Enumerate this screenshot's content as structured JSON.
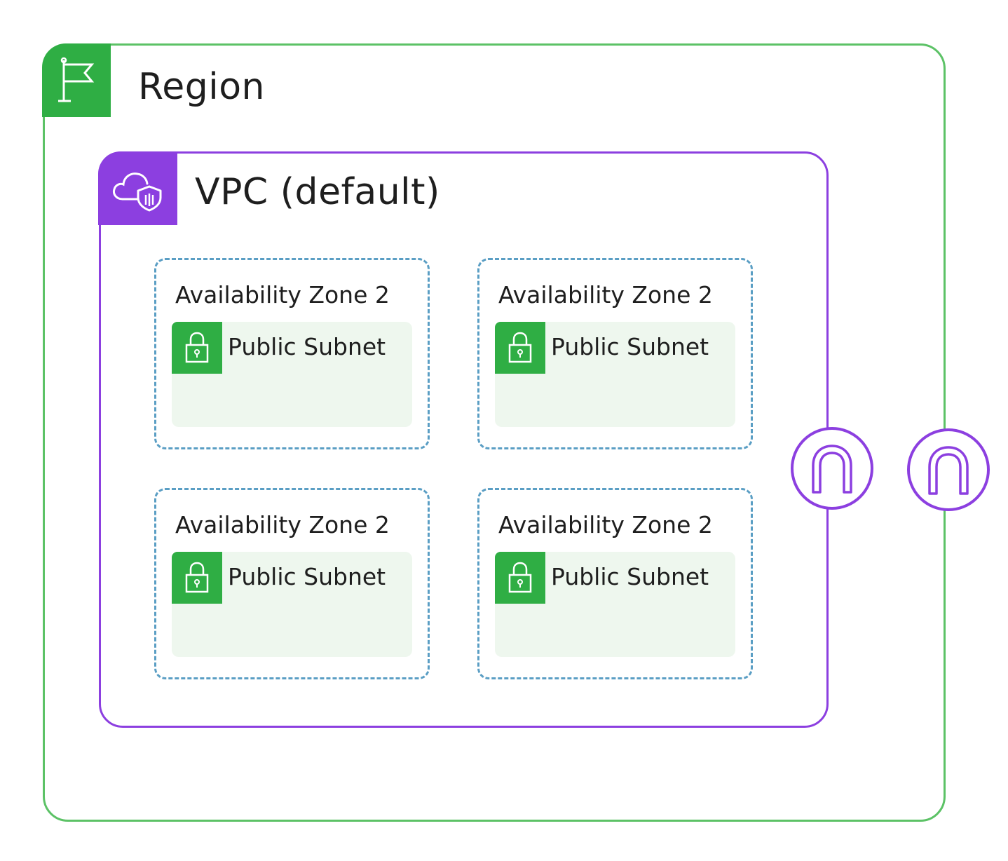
{
  "colors": {
    "region_accent": "#2fae44",
    "vpc_accent": "#8c3fe0",
    "az_border": "#5a9ec4",
    "subnet_fill": "#eef7ee"
  },
  "region": {
    "title": "Region",
    "icon": "flag-icon"
  },
  "vpc": {
    "title": "VPC (default)",
    "icon": "cloud-shield-icon"
  },
  "availability_zones": [
    {
      "label": "Availability Zone 2",
      "subnet": {
        "label": "Public Subnet",
        "icon": "lock-icon"
      }
    },
    {
      "label": "Availability Zone 2",
      "subnet": {
        "label": "Public Subnet",
        "icon": "lock-icon"
      }
    },
    {
      "label": "Availability Zone 2",
      "subnet": {
        "label": "Public Subnet",
        "icon": "lock-icon"
      }
    },
    {
      "label": "Availability Zone 2",
      "subnet": {
        "label": "Public Subnet",
        "icon": "lock-icon"
      }
    }
  ],
  "gateways": [
    {
      "icon": "internet-gateway-icon"
    },
    {
      "icon": "internet-gateway-icon"
    }
  ]
}
